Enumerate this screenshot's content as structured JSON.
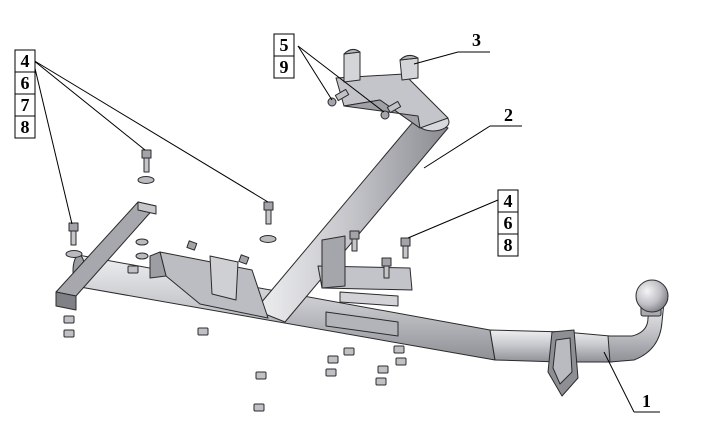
{
  "callouts": {
    "stack_left": [
      "4",
      "6",
      "7",
      "8"
    ],
    "stack_top": [
      "5",
      "9"
    ],
    "stack_right": [
      "4",
      "6",
      "8"
    ],
    "label_3": "3",
    "label_2": "2",
    "label_1": "1"
  },
  "colors": {
    "metal": "#c9cace",
    "metal_dark": "#8e9096",
    "metal_light": "#e6e7ea",
    "outline": "#2b2b2b"
  },
  "parts": {
    "crossbar": "tube",
    "diagonal_arm": "tube",
    "tow_ball": "ball",
    "brackets": "plate",
    "fasteners": "bolt"
  }
}
